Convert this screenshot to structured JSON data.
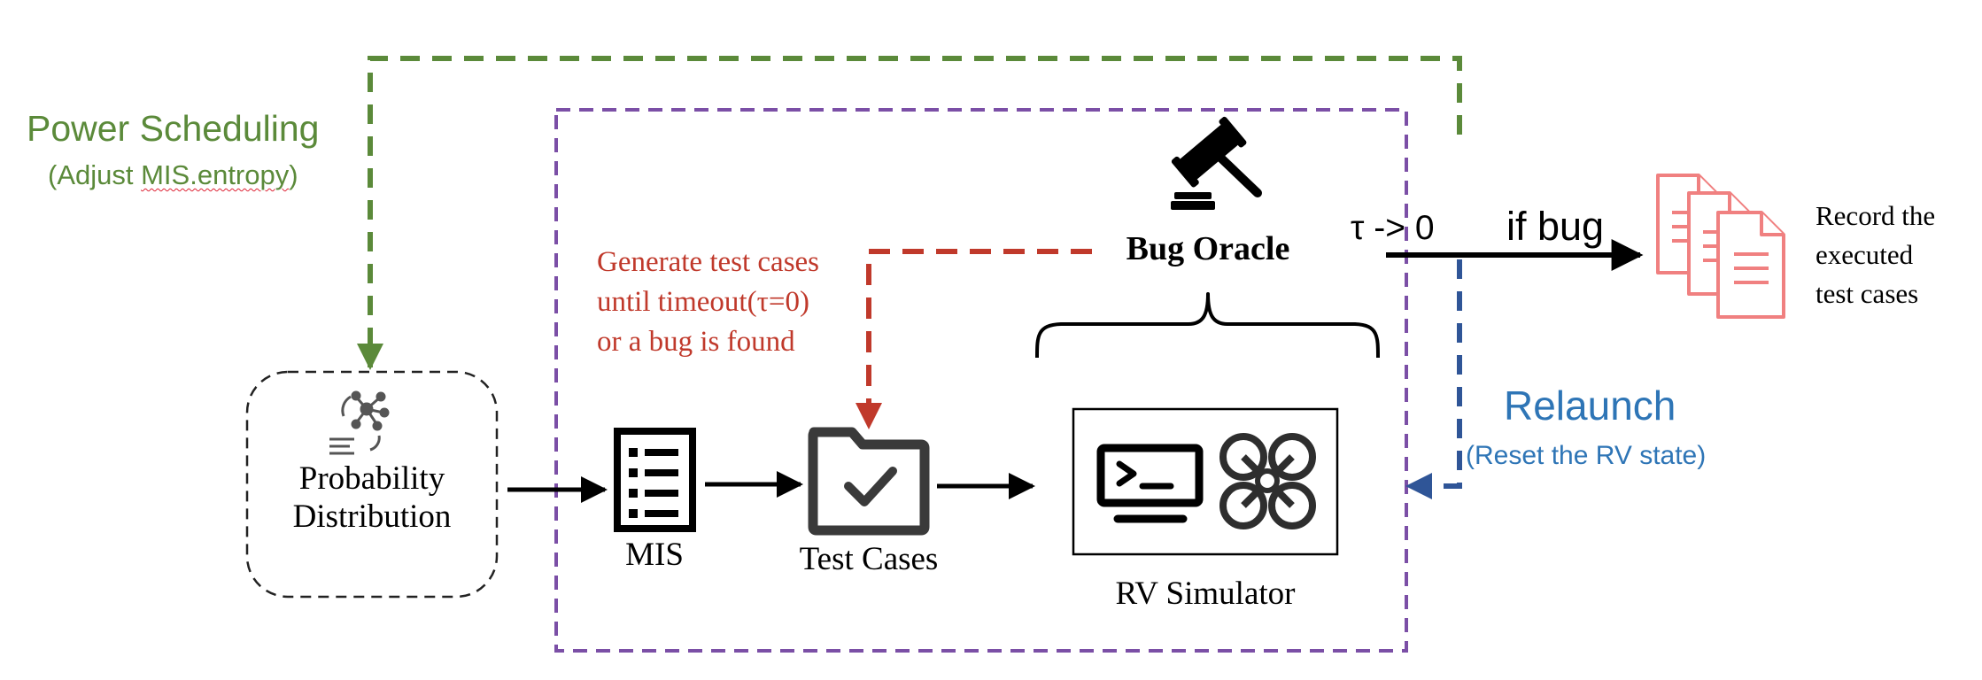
{
  "power_scheduling": {
    "title": "Power Scheduling",
    "detail_prefix": "(Adjust ",
    "detail_keyword": "MIS.entropy",
    "detail_suffix": ")"
  },
  "probability_distribution": {
    "line1": "Probability",
    "line2": "Distribution"
  },
  "mis": {
    "label": "MIS"
  },
  "test_cases": {
    "label": "Test Cases"
  },
  "rv_simulator": {
    "label": "RV Simulator"
  },
  "bug_oracle": {
    "label": "Bug Oracle"
  },
  "generate_note": {
    "line1": "Generate test cases",
    "line2": "until timeout(τ=0)",
    "line3": "or a bug is found"
  },
  "tau_label": "τ -> 0",
  "if_bug_label": "if bug",
  "record": {
    "line1": "Record the",
    "line2": "executed",
    "line3": "test cases"
  },
  "relaunch": {
    "title": "Relaunch",
    "detail": "(Reset the RV state)"
  },
  "colors": {
    "green": "#5b8a3a",
    "purple": "#7b4fa6",
    "red": "#c0392b",
    "blue": "#2e75b6",
    "navy": "#2f5597",
    "pink": "#f08080",
    "dark": "#3a3a3a",
    "black": "#000000"
  },
  "icons": {
    "distribution": "network-distribution-icon",
    "mis": "checklist-icon",
    "test_cases": "folder-check-icon",
    "terminal": "terminal-icon",
    "drone": "drone-icon",
    "oracle": "gavel-icon",
    "documents": "documents-icon"
  }
}
